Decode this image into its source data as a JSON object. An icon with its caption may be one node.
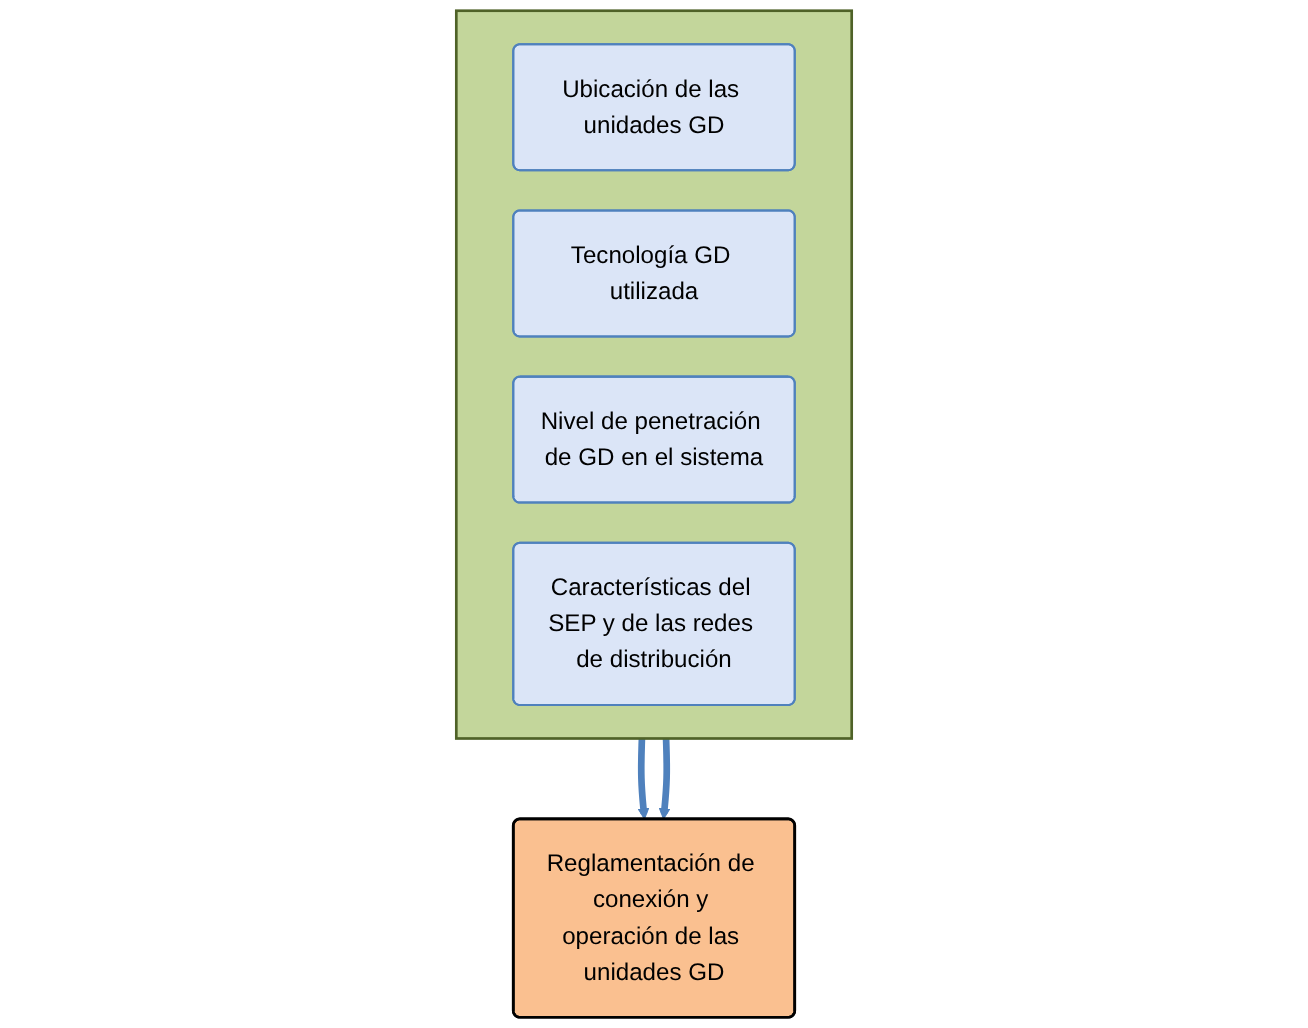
{
  "diagram": {
    "nodes": [
      {
        "text": [],
        "shape": "box"
      },
      {
        "text": [
          "Ubicación de las unidades GD"
        ],
        "in": 0
      },
      {
        "text": [
          "Tecnología GD utilizada"
        ],
        "in": 0
      },
      {
        "text": [
          "Nivel de penetración de GD en el sistema"
        ],
        "in": 0
      },
      {
        "text": [
          "Características del SEP y de las redes de distribución"
        ],
        "in": 0
      },
      {
        "text": [
          "Reglamentación de conexión y operación de las unidades GD"
        ]
      }
    ],
    "edges": [
      {
        "from": 0,
        "to": 5,
        "arrow": "to"
      },
      {
        "from": 0,
        "to": 5,
        "arrow": "to"
      }
    ]
  }
}
